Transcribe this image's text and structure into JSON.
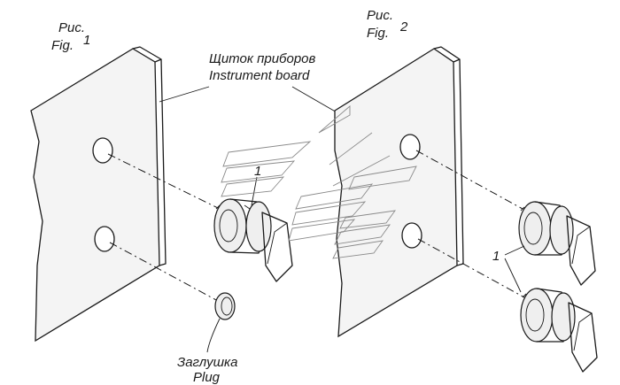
{
  "labels": {
    "fig1_ru": "Рис.",
    "fig1_en": "Fig.",
    "fig1_num": "1",
    "fig2_ru": "Рис.",
    "fig2_en": "Fig.",
    "fig2_num": "2",
    "board_ru": "Щиток приборов",
    "board_en": "Instrument board",
    "callout_1_fig1": "1",
    "callout_1_fig2": "1",
    "plug_ru": "Заглушка",
    "plug_en": "Plug"
  }
}
